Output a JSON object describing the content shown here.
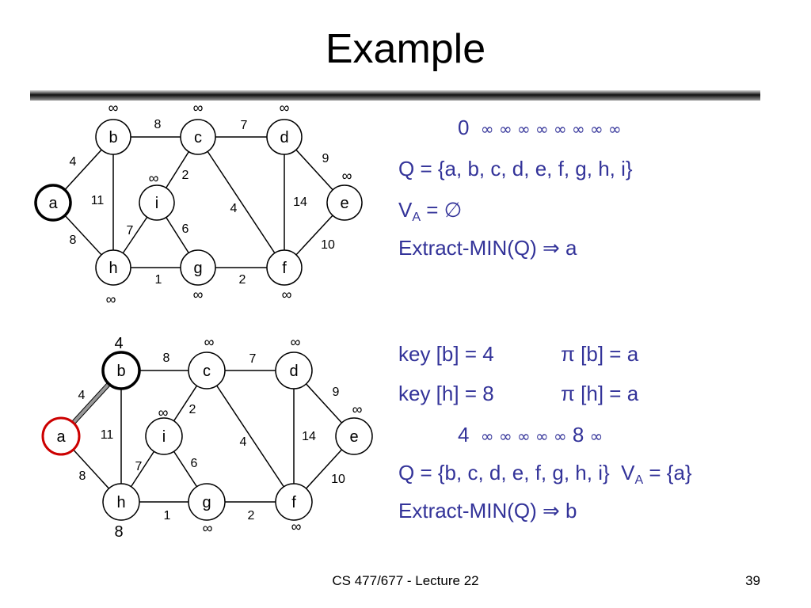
{
  "slide": {
    "title": "Example",
    "footer": "CS 477/677 - Lecture 22",
    "page_number": "39"
  },
  "colors": {
    "text_accent": "#333399",
    "highlight_edge": "#999999",
    "red_node": "#cc0000"
  },
  "graphs": [
    {
      "nodes": [
        {
          "id": "a",
          "label": "a",
          "key": "",
          "style": "bold"
        },
        {
          "id": "b",
          "label": "b",
          "key": "∞",
          "style": "normal"
        },
        {
          "id": "c",
          "label": "c",
          "key": "∞",
          "style": "normal"
        },
        {
          "id": "d",
          "label": "d",
          "key": "∞",
          "style": "normal"
        },
        {
          "id": "e",
          "label": "e",
          "key": "∞",
          "style": "normal"
        },
        {
          "id": "f",
          "label": "f",
          "key": "∞",
          "style": "normal"
        },
        {
          "id": "g",
          "label": "g",
          "key": "∞",
          "style": "normal"
        },
        {
          "id": "h",
          "label": "h",
          "key": "∞",
          "style": "normal"
        },
        {
          "id": "i",
          "label": "i",
          "key": "∞",
          "style": "normal"
        }
      ],
      "edges": [
        {
          "from": "a",
          "to": "b",
          "weight": "4",
          "style": "normal"
        },
        {
          "from": "a",
          "to": "h",
          "weight": "8",
          "style": "normal"
        },
        {
          "from": "b",
          "to": "c",
          "weight": "8",
          "style": "normal"
        },
        {
          "from": "b",
          "to": "h",
          "weight": "11",
          "style": "normal"
        },
        {
          "from": "c",
          "to": "d",
          "weight": "7",
          "style": "normal"
        },
        {
          "from": "c",
          "to": "i",
          "weight": "2",
          "style": "normal"
        },
        {
          "from": "c",
          "to": "f",
          "weight": "4",
          "style": "normal"
        },
        {
          "from": "d",
          "to": "e",
          "weight": "9",
          "style": "normal"
        },
        {
          "from": "d",
          "to": "f",
          "weight": "14",
          "style": "normal"
        },
        {
          "from": "e",
          "to": "f",
          "weight": "10",
          "style": "normal"
        },
        {
          "from": "h",
          "to": "i",
          "weight": "7",
          "style": "normal"
        },
        {
          "from": "h",
          "to": "g",
          "weight": "1",
          "style": "normal"
        },
        {
          "from": "i",
          "to": "g",
          "weight": "6",
          "style": "normal"
        },
        {
          "from": "g",
          "to": "f",
          "weight": "2",
          "style": "normal"
        }
      ]
    },
    {
      "nodes": [
        {
          "id": "a",
          "label": "a",
          "key": "",
          "style": "red"
        },
        {
          "id": "b",
          "label": "b",
          "key": "4",
          "style": "bold"
        },
        {
          "id": "c",
          "label": "c",
          "key": "∞",
          "style": "normal"
        },
        {
          "id": "d",
          "label": "d",
          "key": "∞",
          "style": "normal"
        },
        {
          "id": "e",
          "label": "e",
          "key": "∞",
          "style": "normal"
        },
        {
          "id": "f",
          "label": "f",
          "key": "∞",
          "style": "normal"
        },
        {
          "id": "g",
          "label": "g",
          "key": "∞",
          "style": "normal"
        },
        {
          "id": "h",
          "label": "h",
          "key": "8",
          "style": "normal"
        },
        {
          "id": "i",
          "label": "i",
          "key": "∞",
          "style": "normal"
        }
      ],
      "edges": [
        {
          "from": "a",
          "to": "b",
          "weight": "4",
          "style": "highlight"
        },
        {
          "from": "a",
          "to": "h",
          "weight": "8",
          "style": "normal"
        },
        {
          "from": "b",
          "to": "c",
          "weight": "8",
          "style": "normal"
        },
        {
          "from": "b",
          "to": "h",
          "weight": "11",
          "style": "normal"
        },
        {
          "from": "c",
          "to": "d",
          "weight": "7",
          "style": "normal"
        },
        {
          "from": "c",
          "to": "i",
          "weight": "2",
          "style": "normal"
        },
        {
          "from": "c",
          "to": "f",
          "weight": "4",
          "style": "normal"
        },
        {
          "from": "d",
          "to": "e",
          "weight": "9",
          "style": "normal"
        },
        {
          "from": "d",
          "to": "f",
          "weight": "14",
          "style": "normal"
        },
        {
          "from": "e",
          "to": "f",
          "weight": "10",
          "style": "normal"
        },
        {
          "from": "h",
          "to": "i",
          "weight": "7",
          "style": "normal"
        },
        {
          "from": "h",
          "to": "g",
          "weight": "1",
          "style": "normal"
        },
        {
          "from": "i",
          "to": "g",
          "weight": "6",
          "style": "normal"
        },
        {
          "from": "g",
          "to": "f",
          "weight": "2",
          "style": "normal"
        }
      ]
    }
  ],
  "top_text": {
    "keys_first": "0",
    "keys_rest": "∞ ∞  ∞ ∞ ∞ ∞ ∞ ∞",
    "queue": "Q = {a, b, c, d, e, f, g, h, i}",
    "va_prefix": "V",
    "va_sub": "A",
    "va_suffix": " = ∅",
    "extract": "Extract-MIN(Q) ⇒ a"
  },
  "bottom_text": {
    "key_b": "key [b] = 4",
    "pi_b": "π [b] = a",
    "key_h": "key [h] = 8",
    "pi_h": "π [h] = a",
    "keys_first": "4",
    "keys_mid": "∞ ∞ ∞ ∞ ∞",
    "keys_eight": "8",
    "keys_last": "∞",
    "queue": "Q = {b, c, d, e, f, g, h, i}",
    "va_prefix": "V",
    "va_sub": "A",
    "va_suffix": " = {a}",
    "extract": "Extract-MIN(Q) ⇒ b"
  }
}
